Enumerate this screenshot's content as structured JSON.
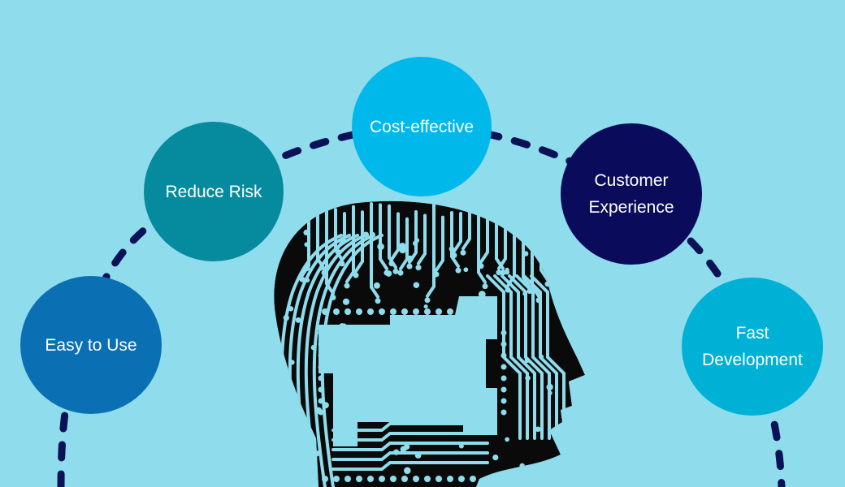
{
  "nodes": [
    {
      "id": "easy",
      "lines": [
        "Easy to Use"
      ],
      "color": "#0a70b3"
    },
    {
      "id": "risk",
      "lines": [
        "Reduce Risk"
      ],
      "color": "#068b9e"
    },
    {
      "id": "cost",
      "lines": [
        "Cost-effective"
      ],
      "color": "#00b9ea"
    },
    {
      "id": "cx",
      "lines": [
        "Customer",
        "Experience"
      ],
      "color": "#0b0b5c"
    },
    {
      "id": "fast",
      "lines": [
        "Fast",
        "Development"
      ],
      "color": "#00b1d6"
    }
  ],
  "colors": {
    "background": "#8fdcec",
    "connector": "#0b1257",
    "circuit": "#0a0a0a"
  },
  "illustration": "circuit-board-head-icon"
}
